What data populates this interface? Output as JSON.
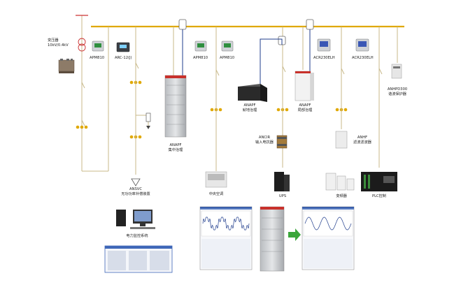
{
  "transformer": {
    "name": "变压器",
    "rating": "10kV/0.4kV"
  },
  "meters": {
    "apm810_a": "APM810",
    "arc": "ARC-12(J)",
    "apm810_b": "APM810",
    "apm810_c": "APM810",
    "acr_a": "ACR230ELH",
    "acr_b": "ACR230ELH"
  },
  "devices": {
    "anapf_central": {
      "model": "ANAPF",
      "desc": "集中治理"
    },
    "anapf_local": {
      "model": "ANAPF",
      "desc": "就地治理"
    },
    "anapf_rack": {
      "model": "ANAPF",
      "desc": "局部治理"
    },
    "anhpd": {
      "model": "ANHPD300",
      "desc": "谐波保护器"
    },
    "anci": {
      "model": "ANCIR",
      "desc": "输入电抗器"
    },
    "anhf": {
      "model": "ANHF",
      "desc": "滤波滤波器"
    },
    "ansvc": {
      "model": "ANSVC",
      "desc": "无功功率补偿装置"
    }
  },
  "loads": {
    "ac": "中央空调",
    "ups": "UPS",
    "inverter": "变频器",
    "plc": "PLC控制"
  },
  "monitor": {
    "label": "电力监控系统"
  },
  "colors": {
    "bus": "#e0a800",
    "line": "#c8b88a",
    "signal": "#1f3c8c",
    "arrow": "#3aa63a"
  }
}
